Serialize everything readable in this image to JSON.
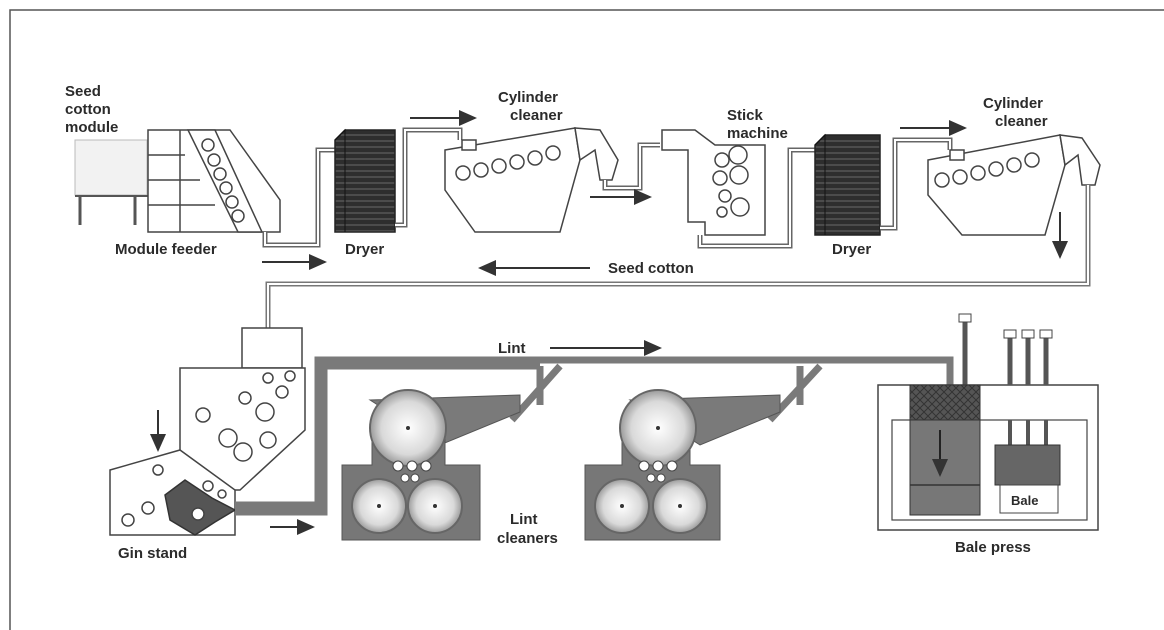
{
  "labels": {
    "seed_cotton_module": [
      "Seed",
      "cotton",
      "module"
    ],
    "module_feeder": "Module feeder",
    "dryer_1": "Dryer",
    "cylinder_cleaner_1": [
      "Cylinder",
      "cleaner"
    ],
    "stick_machine": [
      "Stick",
      "machine"
    ],
    "dryer_2": "Dryer",
    "cylinder_cleaner_2": [
      "Cylinder",
      "cleaner"
    ],
    "seed_cotton": "Seed cotton",
    "lint": "Lint",
    "lint_cleaners": [
      "Lint",
      "cleaners"
    ],
    "gin_stand": "Gin stand",
    "bale_press": "Bale press",
    "bale": "Bale"
  },
  "colors": {
    "line": "#555555",
    "dark_machine": "#3a3a3a",
    "gray_machine": "#7a7a7a",
    "pipe": "#8a8a8a",
    "background": "#ffffff"
  }
}
